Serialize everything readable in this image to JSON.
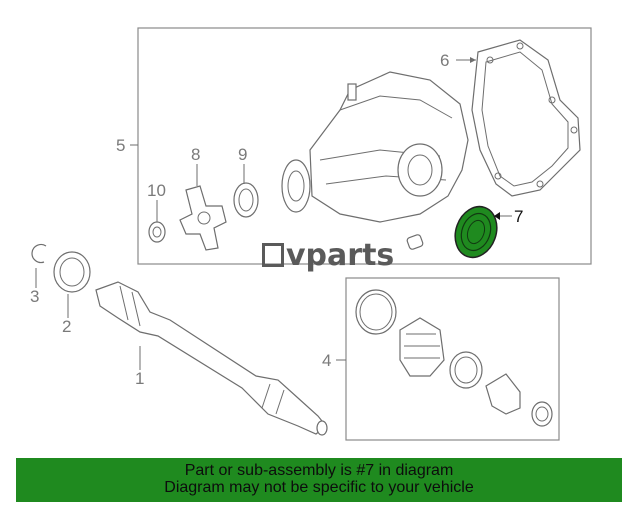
{
  "callouts": {
    "c1": "1",
    "c2": "2",
    "c3": "3",
    "c4": "4",
    "c5": "5",
    "c6": "6",
    "c7": "7",
    "c8": "8",
    "c9": "9",
    "c10": "10"
  },
  "highlight": {
    "part": "7",
    "color": "#1f8a1f"
  },
  "watermark": {
    "text": "vparts"
  },
  "banner": {
    "line1": "Part or sub-assembly is #7 in diagram",
    "line2": "Diagram may not be specific to your vehicle",
    "background": "#1f8a1f"
  }
}
